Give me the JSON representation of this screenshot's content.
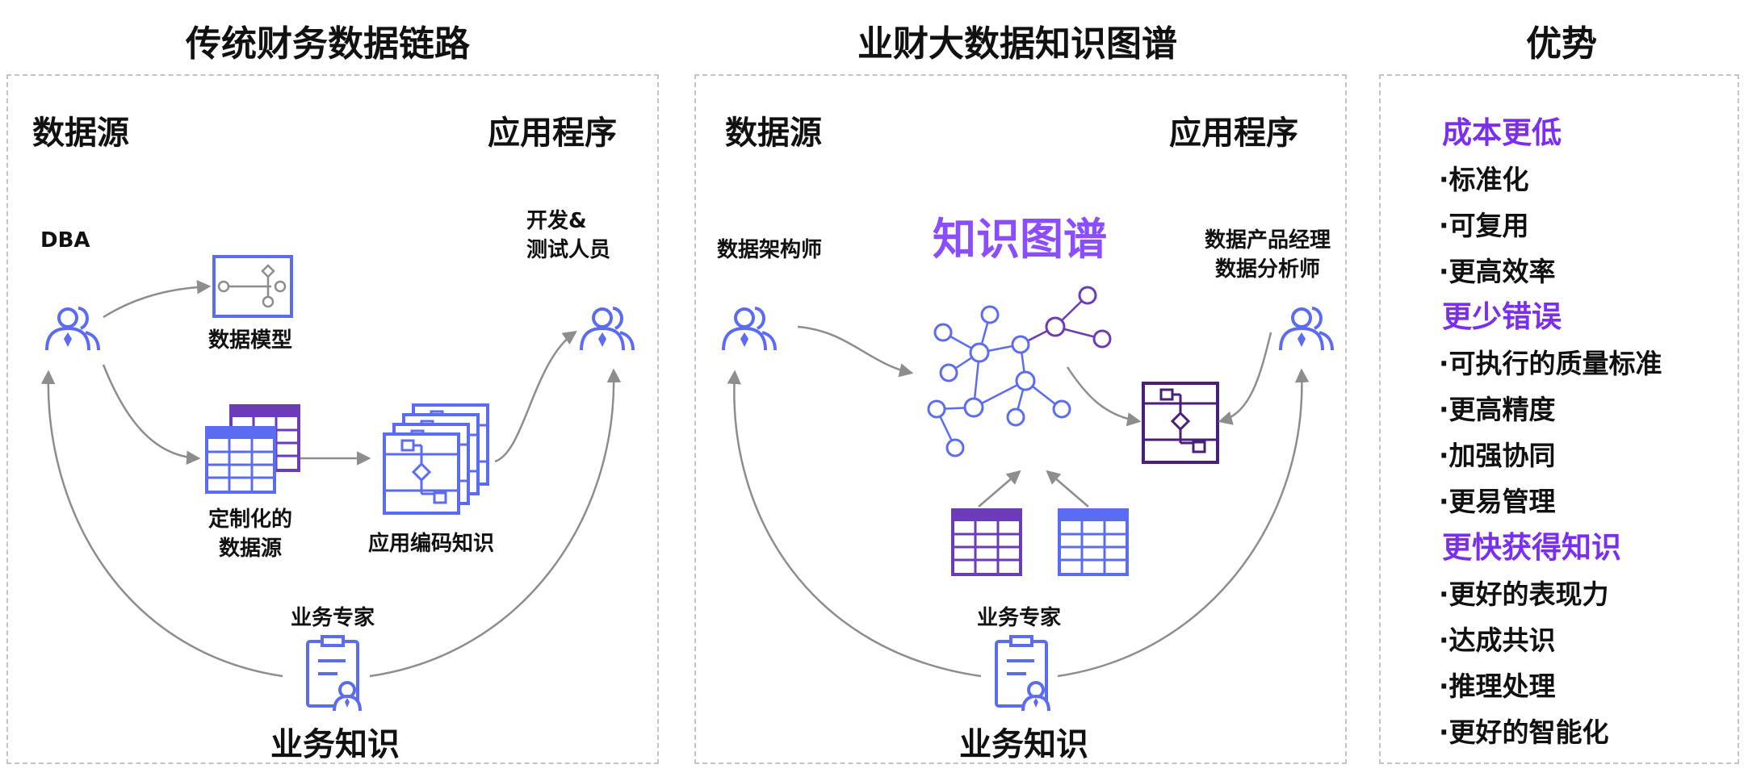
{
  "colors": {
    "accent_blue": "#5c6cf2",
    "accent_purple": "#6b3bb8",
    "deep_purple": "#4a1f78",
    "kg_title": "#8a4dff",
    "advantage_head": "#7a2ff0",
    "arrow_gray": "#8d8d8d",
    "panel_border": "#c4c4c4"
  },
  "traditional": {
    "title": "传统财务数据链路",
    "data_source": "数据源",
    "application": "应用程序",
    "dba": "DBA",
    "developers": "开发&\n测试人员",
    "data_model": "数据模型",
    "custom_source": "定制化的\n数据源",
    "app_code": "应用编码知识",
    "business_expert": "业务专家",
    "business_knowledge": "业务知识",
    "icons": [
      "user-group-icon",
      "data-model-icon",
      "table-icon",
      "flowchart-icon",
      "expert-document-icon"
    ]
  },
  "knowledge_graph": {
    "title": "业财大数据知识图谱",
    "data_source": "数据源",
    "application": "应用程序",
    "architect": "数据架构师",
    "center_title": "知识图谱",
    "product_manager": "数据产品经理\n数据分析师",
    "business_expert": "业务专家",
    "business_knowledge": "业务知识",
    "icons": [
      "user-group-icon",
      "graph-network-icon",
      "flowchart-icon",
      "table-icon",
      "expert-document-icon"
    ]
  },
  "advantages": {
    "title": "优势",
    "groups": [
      {
        "heading": "成本更低",
        "items": [
          "·标准化",
          "·可复用",
          "·更高效率"
        ]
      },
      {
        "heading": "更少错误",
        "items": [
          "·可执行的质量标准",
          "·更高精度",
          "·加强协同",
          "·更易管理"
        ]
      },
      {
        "heading": "更快获得知识",
        "items": [
          "·更好的表现力",
          "·达成共识",
          "·推理处理",
          "·更好的智能化"
        ]
      }
    ]
  }
}
